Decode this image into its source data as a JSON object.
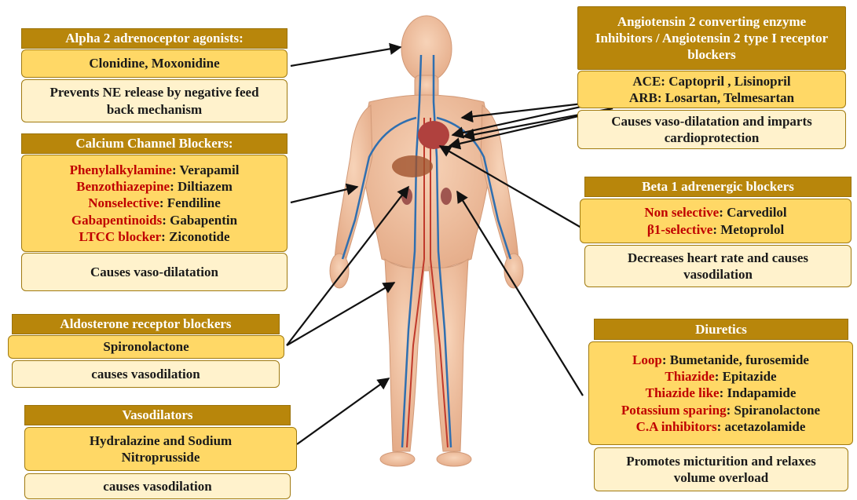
{
  "colors": {
    "header": "#b8860b",
    "drug_fill": "#ffd866",
    "effect_fill": "#fff2cc",
    "class_text": "#c00000",
    "body_skin": "#f2c2a2",
    "vein": "#2f6fb0",
    "artery": "#c0392b"
  },
  "alpha2": {
    "title": "Alpha 2 adrenoceptor agonists:",
    "drugs": "Clonidine, Moxonidine",
    "effect": "Prevents NE release by negative feed back mechanism"
  },
  "ccb": {
    "title": "Calcium Channel Blockers:",
    "items": [
      {
        "cls": "Phenylalkylamine",
        "drug": ": Verapamil"
      },
      {
        "cls": "Benzothiazepine",
        "drug": ": Diltiazem"
      },
      {
        "cls": "Nonselective",
        "drug": ": Fendiline"
      },
      {
        "cls": "Gabapentinoids",
        "drug": ": Gabapentin"
      },
      {
        "cls": "LTCC blocker",
        "drug": ": Ziconotide"
      }
    ],
    "effect": "Causes vaso-dilatation"
  },
  "aldo": {
    "title": "Aldosterone receptor blockers",
    "drugs": "Spironolactone",
    "effect": "causes vasodilation"
  },
  "vaso": {
    "title": "Vasodilators",
    "drugs": "Hydralazine and Sodium Nitroprusside",
    "effect": "causes vasodilation"
  },
  "ace": {
    "title": "Angiotensin 2 converting enzyme Inhibitors / Angiotensin 2 type I receptor blockers",
    "items": [
      {
        "cls": "ACE",
        "drug": ": Captopril , Lisinopril"
      },
      {
        "cls": "ARB",
        "drug": ": Losartan, Telmesartan"
      }
    ],
    "effect": "Causes vaso-dilatation and imparts cardioprotection"
  },
  "beta": {
    "title": "Beta 1 adrenergic blockers",
    "items": [
      {
        "cls": "Non selective",
        "drug": ": Carvedilol"
      },
      {
        "cls": "β1-selective",
        "drug": ": Metoprolol"
      }
    ],
    "effect": "Decreases heart rate and causes vasodilation"
  },
  "diur": {
    "title": "Diuretics",
    "items": [
      {
        "cls": "Loop",
        "drug": ": Bumetanide, furosemide"
      },
      {
        "cls": "Thiazide",
        "drug": ": Epitazide"
      },
      {
        "cls": "Thiazide like",
        "drug": ": Indapamide"
      },
      {
        "cls": "Potassium sparing",
        "drug": ": Spiranolactone"
      },
      {
        "cls": "C.A inhibitors",
        "drug": ": acetazolamide"
      }
    ],
    "effect": "Promotes micturition and relaxes volume overload"
  }
}
